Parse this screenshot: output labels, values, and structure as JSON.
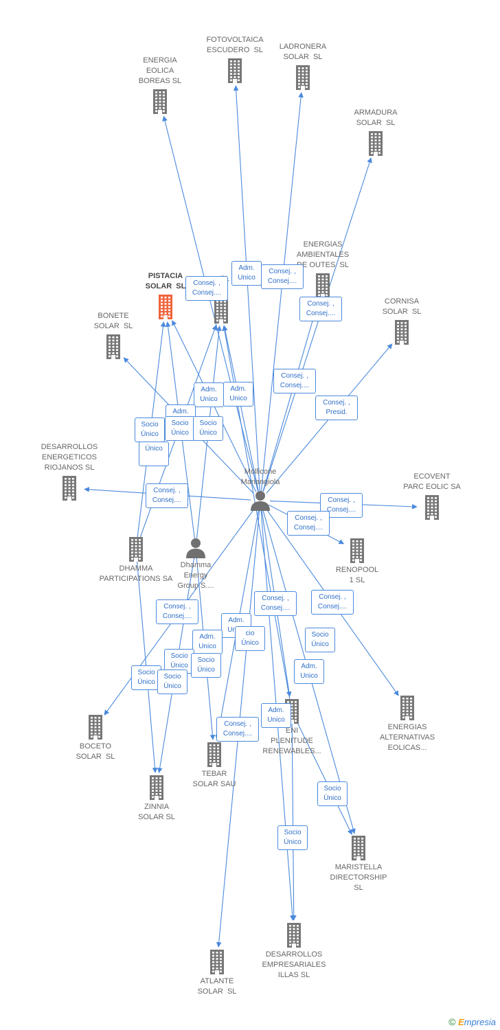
{
  "colors": {
    "edge": "#4a89dc",
    "building": "#777777",
    "building_highlight": "#f0643c",
    "person": "#707070",
    "label": "#666666"
  },
  "nodes": [
    {
      "id": "fotovoltaica",
      "type": "company",
      "label": "FOTOVOLTAICA\nESCUDERO  SL"
    },
    {
      "id": "ladronera",
      "type": "company",
      "label": "LADRONERA\nSOLAR  SL"
    },
    {
      "id": "energia_eolica",
      "type": "company",
      "label": "ENERGIA\nEOLICA\nBOREAS SL"
    },
    {
      "id": "armadura",
      "type": "company",
      "label": "ARMADURA\nSOLAR  SL"
    },
    {
      "id": "energias_amb",
      "type": "company",
      "label": "ENERGIAS\nAMBIENTALES\nDE OUTES  SL"
    },
    {
      "id": "pistacia",
      "type": "company",
      "label": "PISTACIA\nSOLAR  SL",
      "highlight": true
    },
    {
      "id": "unnamed_sl",
      "type": "company",
      "label": "SL"
    },
    {
      "id": "cornisa",
      "type": "company",
      "label": "CORNISA\nSOLAR  SL"
    },
    {
      "id": "bonete",
      "type": "company",
      "label": "BONETE\nSOLAR  SL"
    },
    {
      "id": "desarrollos_energ",
      "type": "company",
      "label": "DESARROLLOS\nENERGETICOS\nRIOJANOS SL"
    },
    {
      "id": "mollicone",
      "type": "person",
      "label": "Mollicone\nMariangiola"
    },
    {
      "id": "ecovent",
      "type": "company",
      "label": "ECOVENT\nPARC EOLIC SA"
    },
    {
      "id": "dhamma_part",
      "type": "company",
      "label": "DHAMMA\nPARTICIPATIONS SA"
    },
    {
      "id": "dhamma_energy",
      "type": "person",
      "label": "Dhamma\nEnergy\nGroup S...."
    },
    {
      "id": "renopool",
      "type": "company",
      "label": "RENOPOOL\n1 SL"
    },
    {
      "id": "energias_alt",
      "type": "company",
      "label": "ENERGIAS\nALTERNATIVAS\nEOLICAS..."
    },
    {
      "id": "boceto",
      "type": "company",
      "label": "BOCETO\nSOLAR  SL"
    },
    {
      "id": "eni",
      "type": "company",
      "label": "ENI\nPLENITUDE\nRENEWABLES..."
    },
    {
      "id": "tebar",
      "type": "company",
      "label": "TEBAR\nSOLAR SAU"
    },
    {
      "id": "zinnia",
      "type": "company",
      "label": "ZINNIA\nSOLAR SL"
    },
    {
      "id": "maristella",
      "type": "company",
      "label": "MARISTELLA\nDIRECTORSHIP\nSL"
    },
    {
      "id": "desarrollos_emp",
      "type": "company",
      "label": "DESARROLLOS\nEMPRESARIALES\nILLAS SL"
    },
    {
      "id": "atlante",
      "type": "company",
      "label": "ATLANTE\nSOLAR  SL"
    }
  ],
  "edges": [
    {
      "from": "mollicone",
      "to": "fotovoltaica"
    },
    {
      "from": "mollicone",
      "to": "ladronera"
    },
    {
      "from": "mollicone",
      "to": "energia_eolica"
    },
    {
      "from": "mollicone",
      "to": "armadura"
    },
    {
      "from": "mollicone",
      "to": "energias_amb"
    },
    {
      "from": "mollicone",
      "to": "cornisa"
    },
    {
      "from": "mollicone",
      "to": "pistacia"
    },
    {
      "from": "mollicone",
      "to": "unnamed_sl"
    },
    {
      "from": "mollicone",
      "to": "bonete"
    },
    {
      "from": "mollicone",
      "to": "desarrollos_energ"
    },
    {
      "from": "mollicone",
      "to": "ecovent"
    },
    {
      "from": "mollicone",
      "to": "renopool"
    },
    {
      "from": "mollicone",
      "to": "energias_alt"
    },
    {
      "from": "mollicone",
      "to": "boceto"
    },
    {
      "from": "mollicone",
      "to": "eni"
    },
    {
      "from": "mollicone",
      "to": "tebar"
    },
    {
      "from": "mollicone",
      "to": "maristella"
    },
    {
      "from": "mollicone",
      "to": "desarrollos_emp"
    },
    {
      "from": "mollicone",
      "to": "atlante"
    },
    {
      "from": "dhamma_energy",
      "to": "pistacia"
    },
    {
      "from": "dhamma_energy",
      "to": "unnamed_sl"
    },
    {
      "from": "dhamma_energy",
      "to": "zinnia"
    },
    {
      "from": "dhamma_energy",
      "to": "tebar"
    },
    {
      "from": "dhamma_part",
      "to": "pistacia"
    },
    {
      "from": "dhamma_part",
      "to": "unnamed_sl"
    },
    {
      "from": "dhamma_part",
      "to": "zinnia"
    },
    {
      "from": "eni",
      "to": "maristella"
    },
    {
      "from": "eni",
      "to": "desarrollos_emp"
    },
    {
      "from": "eni",
      "to": "unnamed_sl"
    }
  ],
  "edge_labels": [
    {
      "id": "l1",
      "text": "Adm.\nUnico"
    },
    {
      "id": "l2",
      "text": "Consej. ,\nConsej...."
    },
    {
      "id": "l3",
      "text": "Consej. ,\nConsej...."
    },
    {
      "id": "l4",
      "text": "Consej. ,\nConsej...."
    },
    {
      "id": "l5",
      "text": "Consej. ,\nConsej...."
    },
    {
      "id": "l6",
      "text": "Consej. ,\nPresid."
    },
    {
      "id": "l7",
      "text": "Adm.\nUnico"
    },
    {
      "id": "l8",
      "text": "Adm.\nUnico"
    },
    {
      "id": "l9",
      "text": "Adm.\nUnico"
    },
    {
      "id": "l10",
      "text": "Socio\nÚnico"
    },
    {
      "id": "l11",
      "text": "Socio\nÚnico"
    },
    {
      "id": "l12",
      "text": "Socio\nÚnico"
    },
    {
      "id": "l13",
      "text": "Único"
    },
    {
      "id": "l14",
      "text": "Consej. ,\nConsej...."
    },
    {
      "id": "l15",
      "text": "Consej. ,\nConsej...."
    },
    {
      "id": "l16",
      "text": "Consej. ,\nConsej...."
    },
    {
      "id": "l17",
      "text": "Consej. ,\nConsej...."
    },
    {
      "id": "l18",
      "text": "Consej. ,\nConsej...."
    },
    {
      "id": "l19",
      "text": "Consej. ,\nConsej...."
    },
    {
      "id": "l20",
      "text": "Adm.\nUnico"
    },
    {
      "id": "l21",
      "text": "cio\nÚnico"
    },
    {
      "id": "l22",
      "text": "Adm.\nUnico"
    },
    {
      "id": "l23",
      "text": "Socio\nÚnico"
    },
    {
      "id": "l24",
      "text": "Socio\nÚnico"
    },
    {
      "id": "l25",
      "text": "Socio\nÚnico"
    },
    {
      "id": "l26",
      "text": "Socio\nÚnico"
    },
    {
      "id": "l27",
      "text": "Socio\nÚnico"
    },
    {
      "id": "l28",
      "text": "Adm.\nUnico"
    },
    {
      "id": "l29",
      "text": "Consej. ,\nConsej...."
    },
    {
      "id": "l30",
      "text": "Adm.\nUnico"
    },
    {
      "id": "l31",
      "text": "Socio\nÚnico"
    },
    {
      "id": "l32",
      "text": "Socio\nÚnico"
    }
  ],
  "watermark": {
    "symbol": "©",
    "brand_initial": "E",
    "brand_rest": "mpresia"
  }
}
